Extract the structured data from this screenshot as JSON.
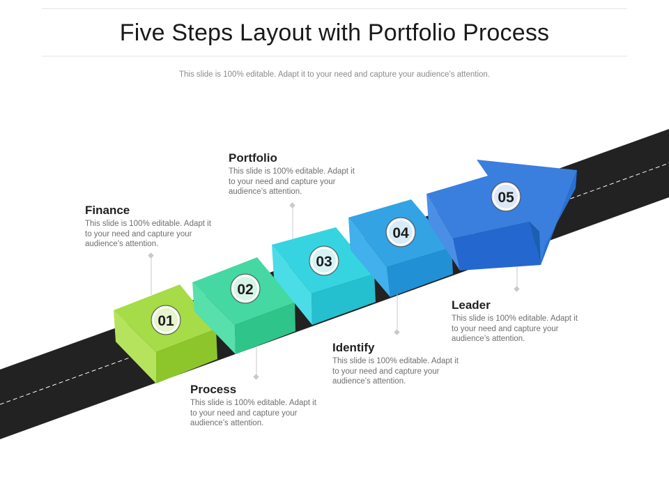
{
  "title": "Five Steps Layout with Portfolio Process",
  "subtitle": "This slide is 100% editable. Adapt it to your need and capture your audience’s attention.",
  "steps": [
    {
      "number": "01",
      "label": "Finance",
      "description": "This slide is 100% editable. Adapt it to your need and capture your audience’s attention.",
      "color": "#8fcf2a"
    },
    {
      "number": "02",
      "label": "Process",
      "description": "This slide is 100% editable. Adapt it to your need and capture your audience’s attention.",
      "color": "#3ccf94"
    },
    {
      "number": "03",
      "label": "Portfolio",
      "description": "This slide is 100% editable. Adapt it to your need and capture your audience’s attention.",
      "color": "#2fd0dc"
    },
    {
      "number": "04",
      "label": "Identify",
      "description": "This slide is 100% editable. Adapt it to your need and capture your audience’s attention.",
      "color": "#2c9ee0"
    },
    {
      "number": "05",
      "label": "Leader",
      "description": "This slide is 100% editable. Adapt it to your need and capture your audience’s attention.",
      "color": "#2f78dc"
    }
  ],
  "road_color": "#222222"
}
